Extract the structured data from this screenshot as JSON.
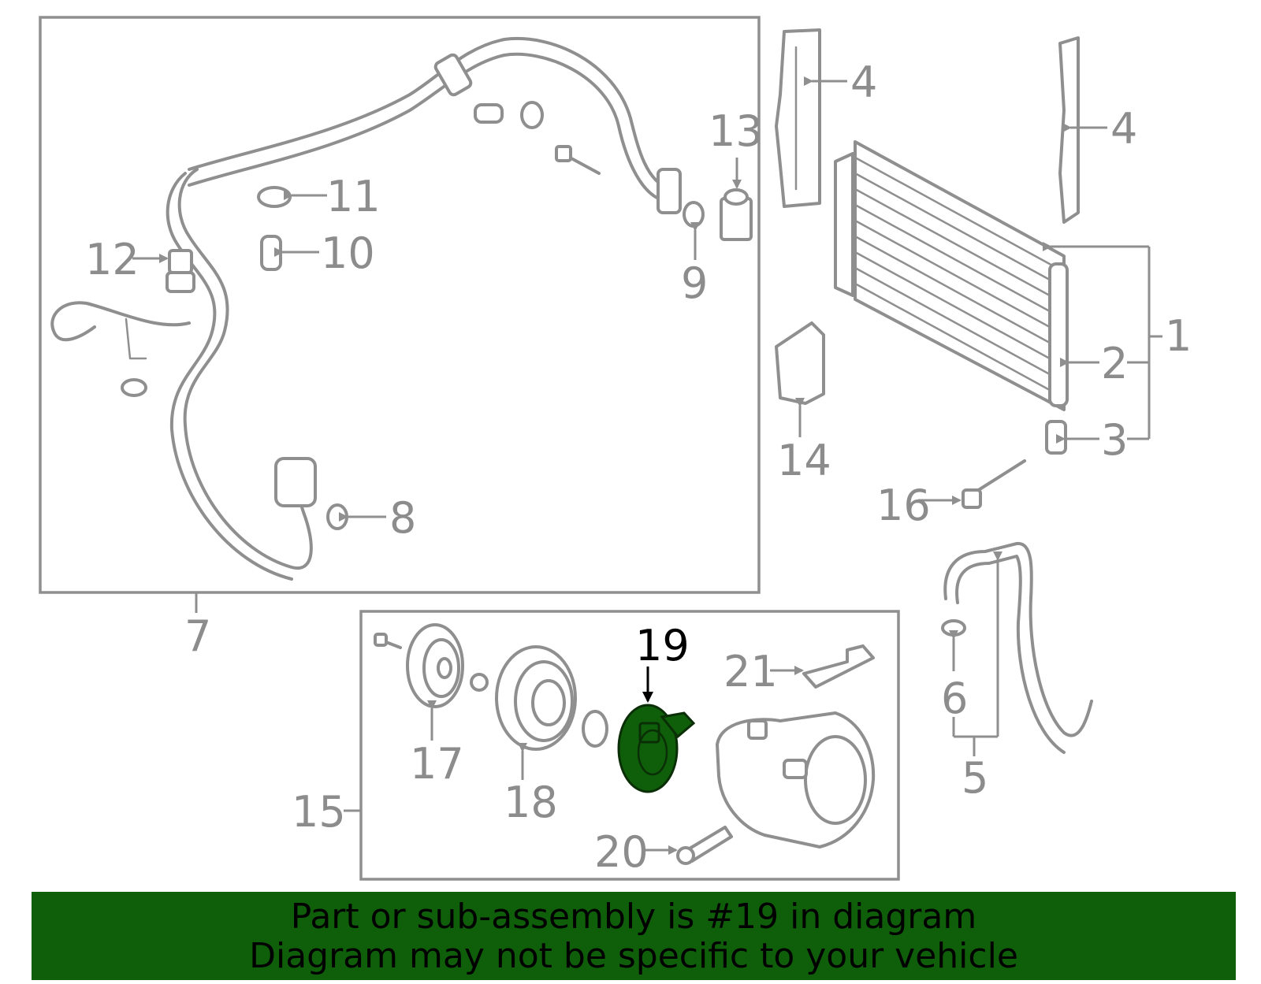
{
  "colors": {
    "line": "#8f8f8f",
    "label": "#8c8c8c",
    "highlight": "#0f5e0a",
    "banner_bg": "#0f5e0a",
    "panel_bg": "#f7f7f7"
  },
  "highlighted_part": "19",
  "callouts": {
    "c1": "1",
    "c2": "2",
    "c3": "3",
    "c4a": "4",
    "c4b": "4",
    "c5": "5",
    "c6": "6",
    "c7": "7",
    "c8": "8",
    "c9": "9",
    "c10": "10",
    "c11": "11",
    "c12": "12",
    "c13": "13",
    "c14": "14",
    "c15": "15",
    "c16": "16",
    "c17": "17",
    "c18": "18",
    "c19": "19",
    "c20": "20",
    "c21": "21"
  },
  "banner": {
    "line1": "Part or sub-assembly is #19 in diagram",
    "line2": "Diagram may not be specific to your vehicle"
  }
}
